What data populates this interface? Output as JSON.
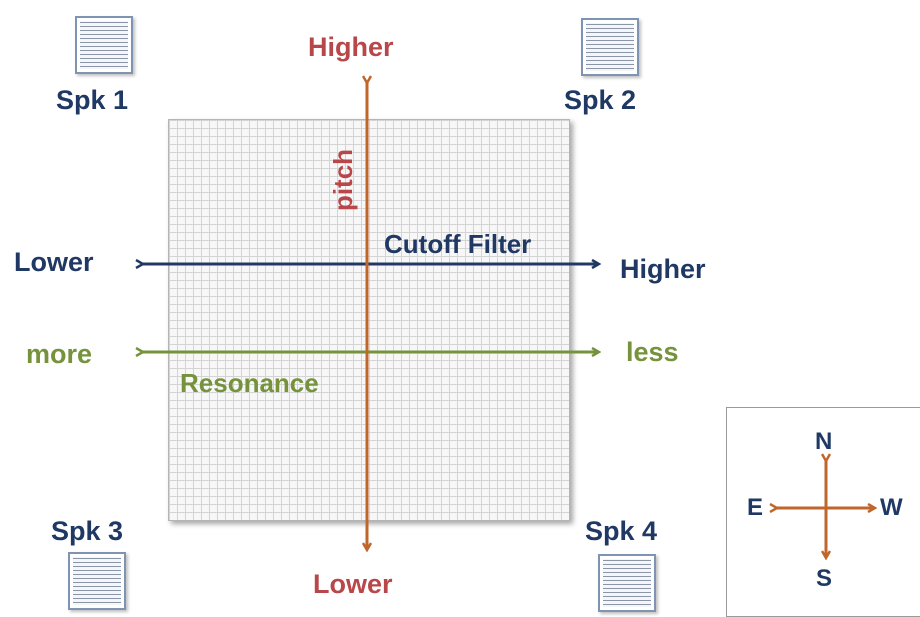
{
  "speakers": {
    "spk1": "Spk 1",
    "spk2": "Spk 2",
    "spk3": "Spk 3",
    "spk4": "Spk 4"
  },
  "pitch_axis": {
    "label": "pitch",
    "top": "Higher",
    "bottom": "Lower",
    "color": "#b8474a",
    "arrow_color": "#c0662b"
  },
  "cutoff_axis": {
    "label": "Cutoff Filter",
    "left": "Lower",
    "right": "Higher",
    "color": "#1f3864"
  },
  "resonance_axis": {
    "label": "Resonance",
    "left": "more",
    "right": "less",
    "color": "#76923c"
  },
  "compass": {
    "north": "N",
    "south": "S",
    "east": "E",
    "west": "W",
    "color": "#c0662b"
  }
}
